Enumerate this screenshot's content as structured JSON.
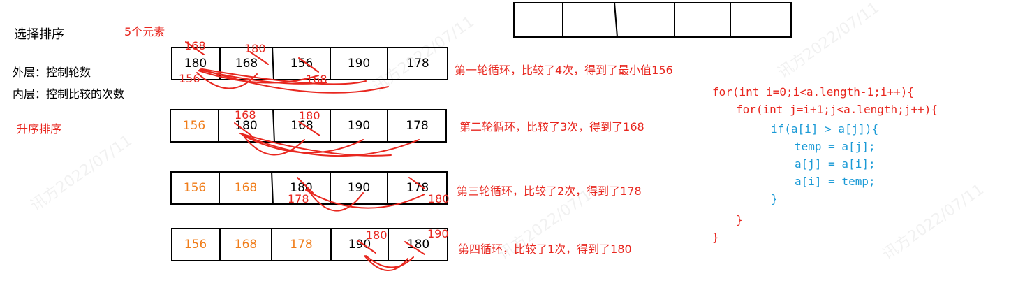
{
  "title": "选择排序",
  "element_count_note": "5个元素",
  "outer_note": "外层：控制轮数",
  "inner_note": "内层：控制比较的次数",
  "ascending_note": "升序排序",
  "rounds": [
    {
      "cells": [
        "180",
        "168",
        "156",
        "190",
        "178"
      ],
      "sorted_count": 0,
      "description": "第一轮循环，比较了4次，得到了最小值156",
      "annotations": [
        "168",
        "180",
        "156",
        "168"
      ]
    },
    {
      "cells": [
        "156",
        "180",
        "168",
        "190",
        "178"
      ],
      "sorted_count": 1,
      "description": "第二轮循环，比较了3次，得到了168",
      "annotations": [
        "168",
        "180"
      ]
    },
    {
      "cells": [
        "156",
        "168",
        "180",
        "190",
        "178"
      ],
      "sorted_count": 2,
      "description": "第三轮循环，比较了2次，得到了178",
      "annotations": [
        "178",
        "180"
      ]
    },
    {
      "cells": [
        "156",
        "168",
        "178",
        "190",
        "180"
      ],
      "sorted_count": 3,
      "description": "第四循环，比较了1次，得到了180",
      "annotations": [
        "180",
        "190"
      ]
    }
  ],
  "empty_array_cells": 5,
  "code_lines": [
    "for(int i=0;i<a.length-1;i++){",
    "for(int j=i+1;j<a.length;j++){",
    "if(a[i] > a[j]){",
    "temp = a[j];",
    "a[j] = a[i];",
    "a[i] = temp;",
    "}",
    "}",
    "}"
  ],
  "colors": {
    "annotation": "#e8271f",
    "sorted_value": "#f07d1a",
    "code_red": "#e8271f",
    "code_blue": "#1a9ad6"
  }
}
